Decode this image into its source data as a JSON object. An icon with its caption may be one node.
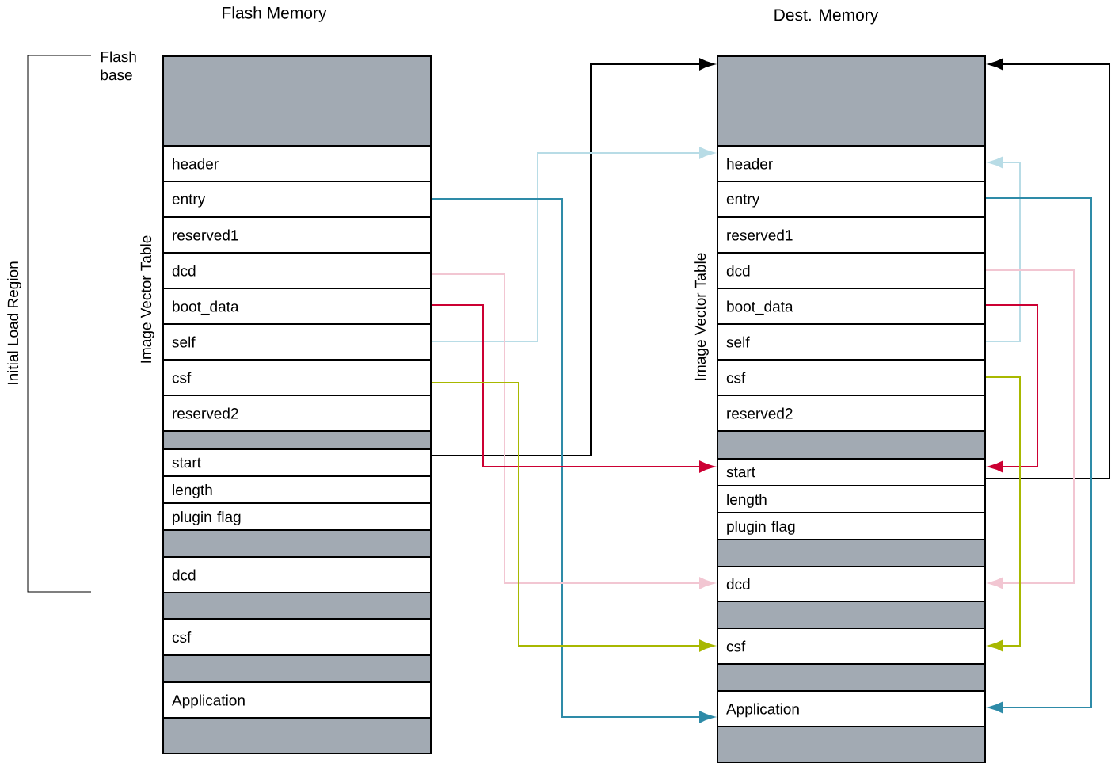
{
  "diagram": {
    "nodes": [
      {
        "text": [],
        "shape": "box"
      },
      {
        "text": [
          "header"
        ]
      },
      {
        "text": [
          "entry"
        ]
      },
      {
        "text": [
          "reserved1"
        ]
      },
      {
        "text": [
          "dcd"
        ]
      },
      {
        "text": [
          "boot_data"
        ]
      },
      {
        "text": [
          "self"
        ]
      },
      {
        "text": [
          "csf"
        ]
      },
      {
        "text": [
          "reserved2"
        ]
      },
      {
        "text": [],
        "shape": "box"
      },
      {
        "text": [
          "start"
        ]
      },
      {
        "text": [
          "length"
        ]
      },
      {
        "text": [
          "plugin flag"
        ]
      },
      {
        "text": [],
        "shape": "box"
      },
      {
        "text": [
          "dcd"
        ]
      },
      {
        "text": [],
        "shape": "box"
      },
      {
        "text": [
          "csf"
        ]
      },
      {
        "text": [],
        "shape": "box"
      },
      {
        "text": [
          "Application"
        ]
      },
      {
        "text": [],
        "shape": "box"
      },
      {
        "text": [],
        "shape": "box"
      },
      {
        "text": [
          "header"
        ]
      },
      {
        "text": [
          "entry"
        ]
      },
      {
        "text": [
          "reserved1"
        ]
      },
      {
        "text": [
          "dcd"
        ]
      },
      {
        "text": [
          "boot_data"
        ]
      },
      {
        "text": [
          "self"
        ]
      },
      {
        "text": [
          "csf"
        ]
      },
      {
        "text": [
          "reserved2"
        ]
      },
      {
        "text": [],
        "shape": "box"
      },
      {
        "text": [
          "start"
        ]
      },
      {
        "text": [
          "length"
        ]
      },
      {
        "text": [
          "plugin flag"
        ]
      },
      {
        "text": [],
        "shape": "box"
      },
      {
        "text": [
          "dcd"
        ]
      },
      {
        "text": [],
        "shape": "box"
      },
      {
        "text": [
          "csf"
        ]
      },
      {
        "text": [],
        "shape": "box"
      },
      {
        "text": [
          "Application"
        ]
      },
      {
        "text": [],
        "shape": "box"
      }
    ],
    "edges": [
      {
        "from": 10,
        "to": 20,
        "arrow": "to",
        "color": "#000000"
      },
      {
        "from": 6,
        "to": 21,
        "arrow": "to",
        "color": "#b8dce6"
      },
      {
        "from": 2,
        "to": 38,
        "arrow": "to",
        "color": "#2e8ba8"
      },
      {
        "from": 4,
        "to": 34,
        "arrow": "to",
        "color": "#f2c6d2"
      },
      {
        "from": 5,
        "to": 30,
        "arrow": "to",
        "color": "#cc0033"
      },
      {
        "from": 7,
        "to": 36,
        "arrow": "to",
        "color": "#a8b800"
      },
      {
        "from": 30,
        "to": 20,
        "arrow": "to",
        "color": "#000000"
      },
      {
        "from": 26,
        "to": 21,
        "arrow": "to",
        "color": "#b8dce6"
      },
      {
        "from": 22,
        "to": 38,
        "arrow": "to",
        "color": "#2e8ba8"
      },
      {
        "from": 24,
        "to": 34,
        "arrow": "to",
        "color": "#f2c6d2"
      },
      {
        "from": 25,
        "to": 30,
        "arrow": "to",
        "color": "#cc0033"
      },
      {
        "from": 27,
        "to": 36,
        "arrow": "to",
        "color": "#a8b800"
      }
    ],
    "labels": [
      "Flash Memory",
      "Dest. Memory",
      "Flash base",
      "Initial Load Region",
      "Image Vector Table",
      "Image Vector Table"
    ]
  }
}
